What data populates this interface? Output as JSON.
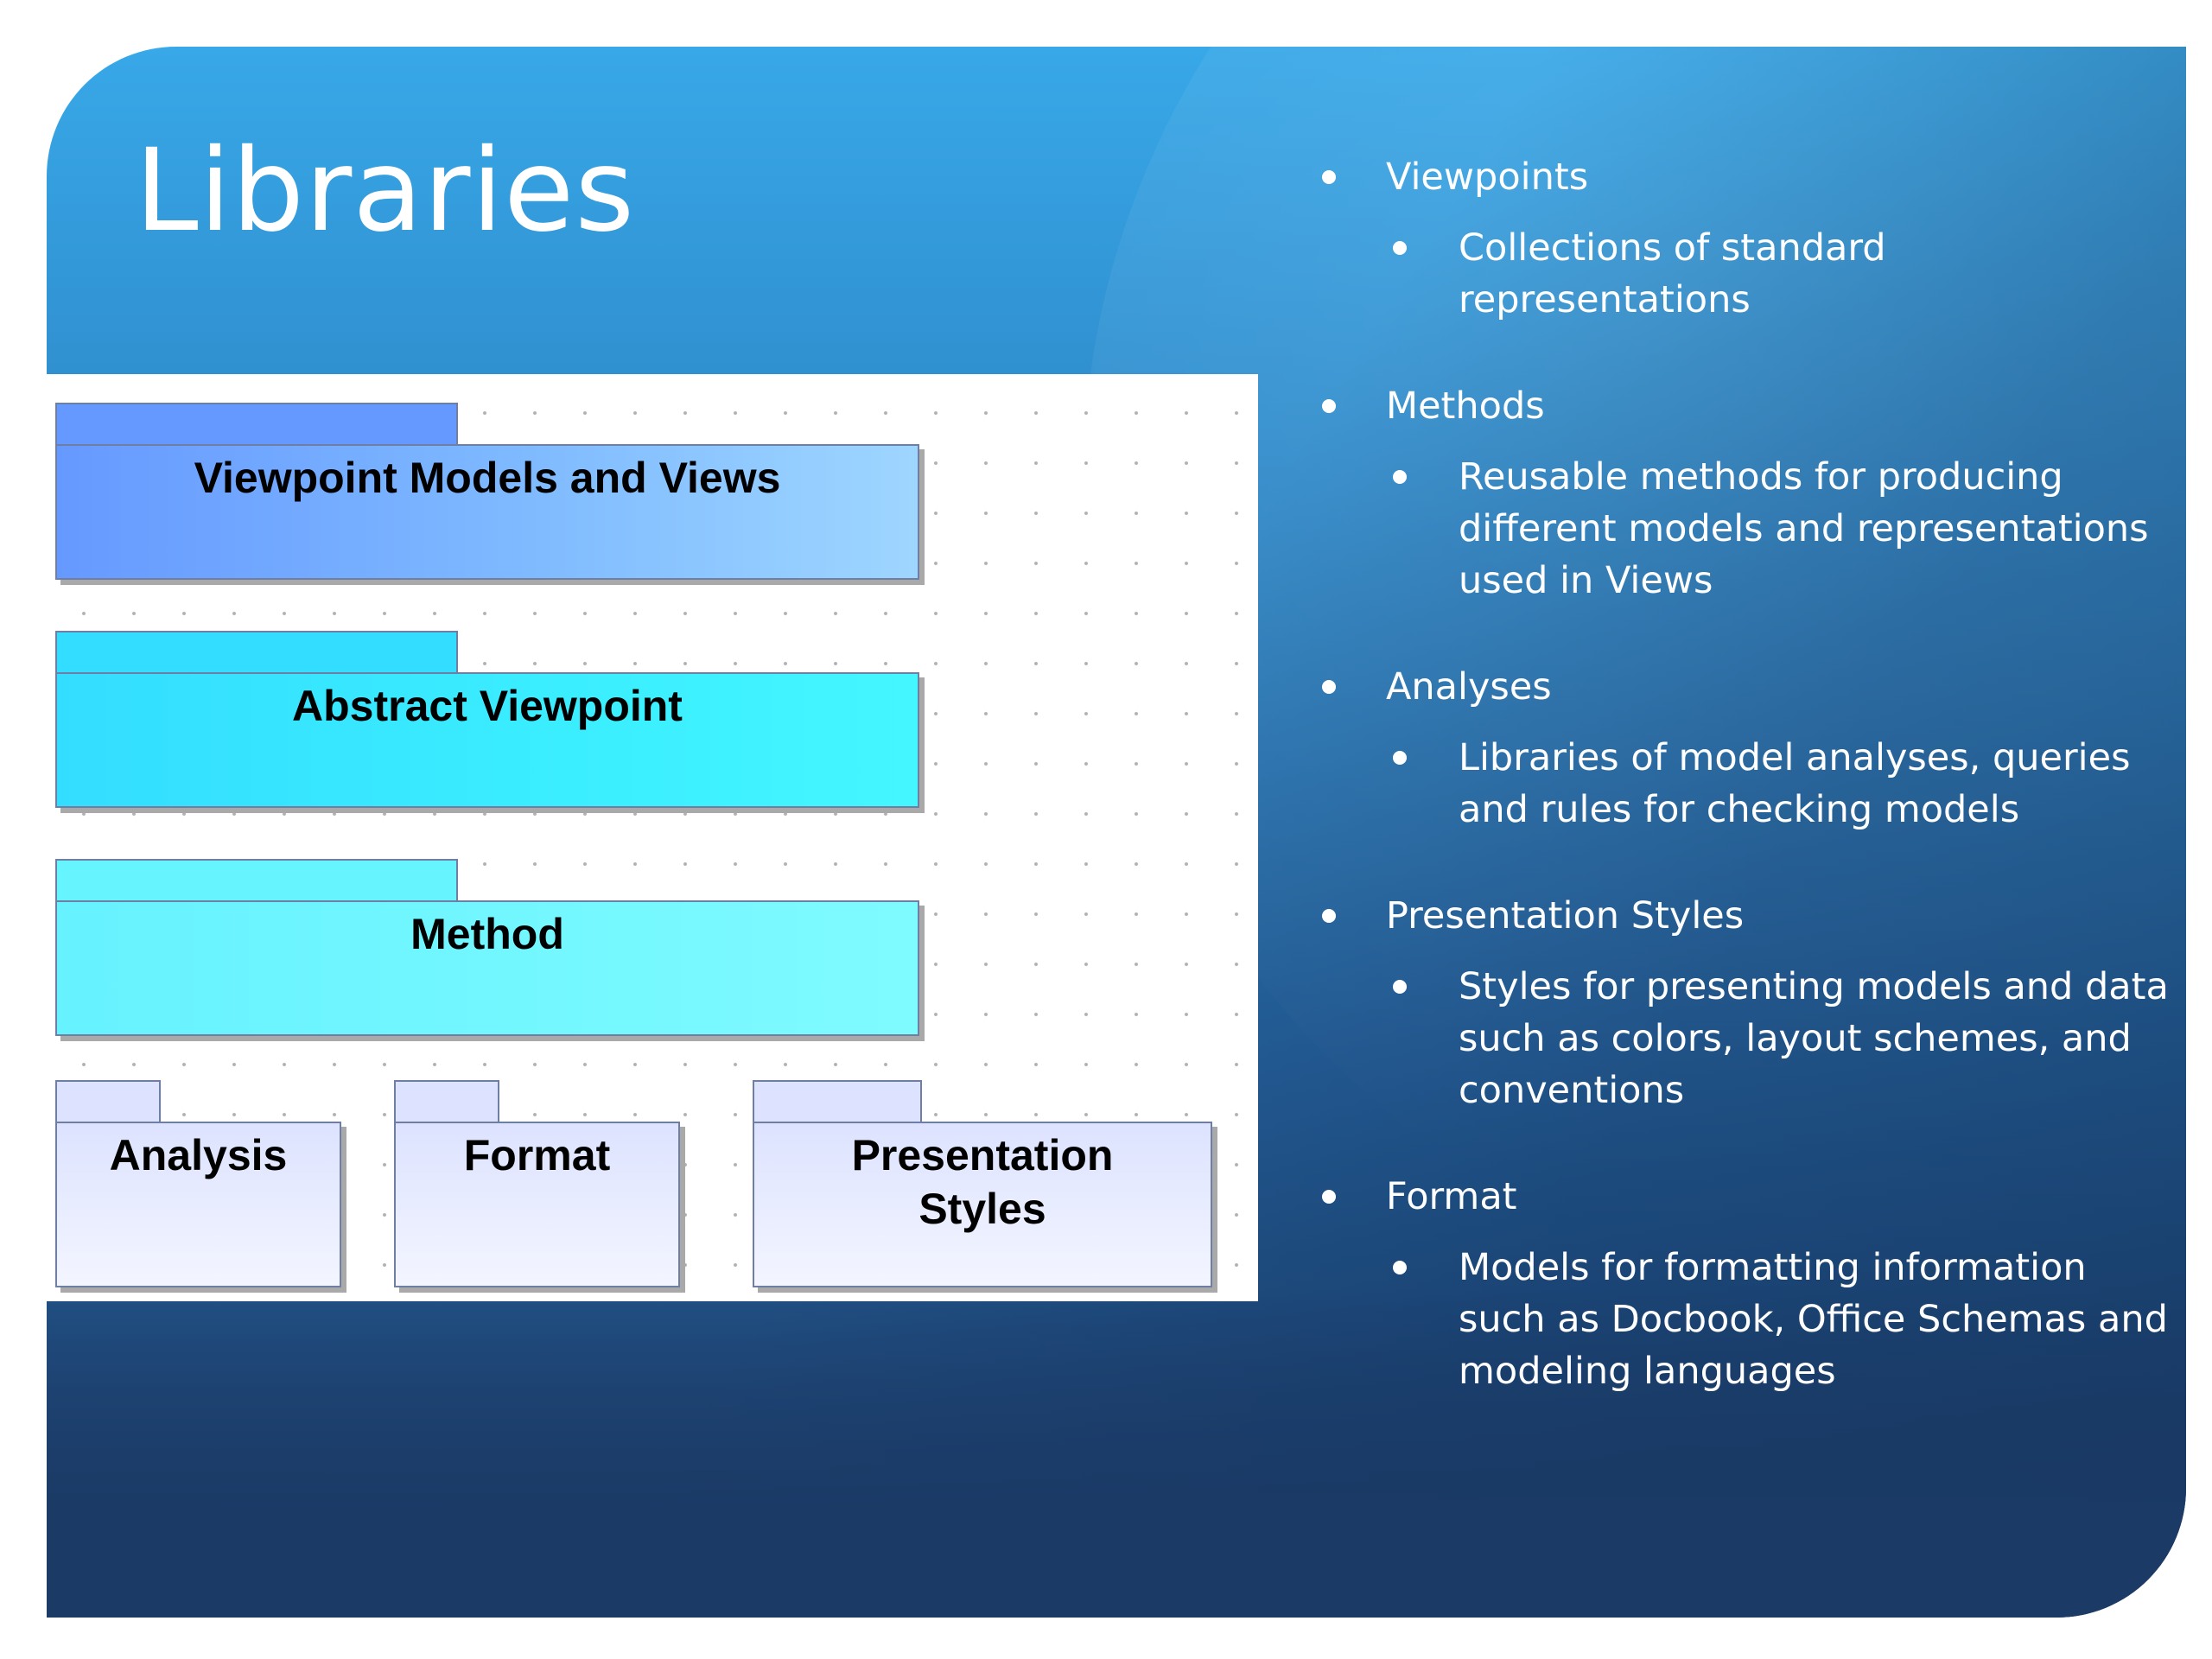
{
  "slide": {
    "title": "Libraries"
  },
  "diagram": {
    "packages": [
      {
        "id": "viewpoint-models-and-views",
        "label": "Viewpoint Models and Views"
      },
      {
        "id": "abstract-viewpoint",
        "label": "Abstract Viewpoint"
      },
      {
        "id": "method",
        "label": "Method"
      },
      {
        "id": "analysis",
        "label": "Analysis"
      },
      {
        "id": "format",
        "label": "Format"
      },
      {
        "id": "presentation-styles",
        "label": "Presentation\nStyles"
      }
    ]
  },
  "bullets": [
    {
      "heading": "Viewpoints",
      "detail": "Collections of standard representations"
    },
    {
      "heading": "Methods",
      "detail": "Reusable methods for producing different models and representations used in Views"
    },
    {
      "heading": "Analyses",
      "detail": "Libraries of model analyses, queries and rules for checking models"
    },
    {
      "heading": "Presentation Styles",
      "detail": "Styles for presenting models and data such as colors, layout schemes, and conventions"
    },
    {
      "heading": "Format",
      "detail": "Models for formatting information such as Docbook, Office Schemas and modeling languages"
    }
  ],
  "colors": {
    "background_top": "#38a8e8",
    "background_bottom": "#1b3a66",
    "text": "#ffffff",
    "package_viewpoint": "#6699ff",
    "package_abstract": "#33ddff",
    "package_method": "#66f4ff",
    "package_leaf": "#dde3ff"
  }
}
